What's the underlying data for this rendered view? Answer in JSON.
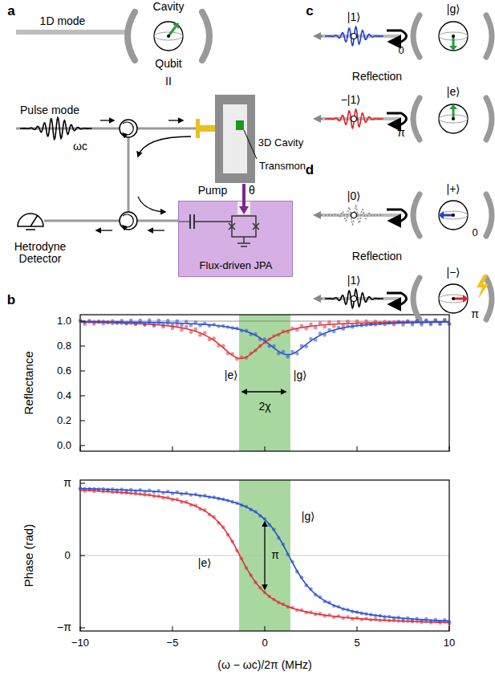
{
  "diagram": {
    "nodes": [
      {
        "text": [
          "3D Cavity",
          "Transmon"
        ]
      },
      {
        "text": [
          "Flux-driven JPA"
        ]
      }
    ],
    "labels": [
      "a",
      "1D mode",
      "Cavity",
      "Qubit",
      "II",
      "Pulse mode",
      "ωc",
      "Pump",
      "θ",
      "Hetrodyne Detector",
      "b",
      "Reflectance",
      "1.0",
      "0.8",
      "0.6",
      "0.4",
      "0.2",
      "0.0",
      "|e⟩",
      "|g⟩",
      "2χ",
      "Phase (rad)",
      "π",
      "0",
      "−π",
      "π",
      "|g⟩",
      "|e⟩",
      "−10",
      "−5",
      "0",
      "5",
      "10",
      "(ω − ωc)/2π (MHz)",
      "c",
      "|1⟩",
      "|g⟩",
      "0",
      "Reflection",
      "−|1⟩",
      "|e⟩",
      "π",
      "d",
      "|0⟩",
      "|+⟩",
      "0",
      "Reflection",
      "|1⟩",
      "|−⟩",
      "π"
    ]
  }
}
